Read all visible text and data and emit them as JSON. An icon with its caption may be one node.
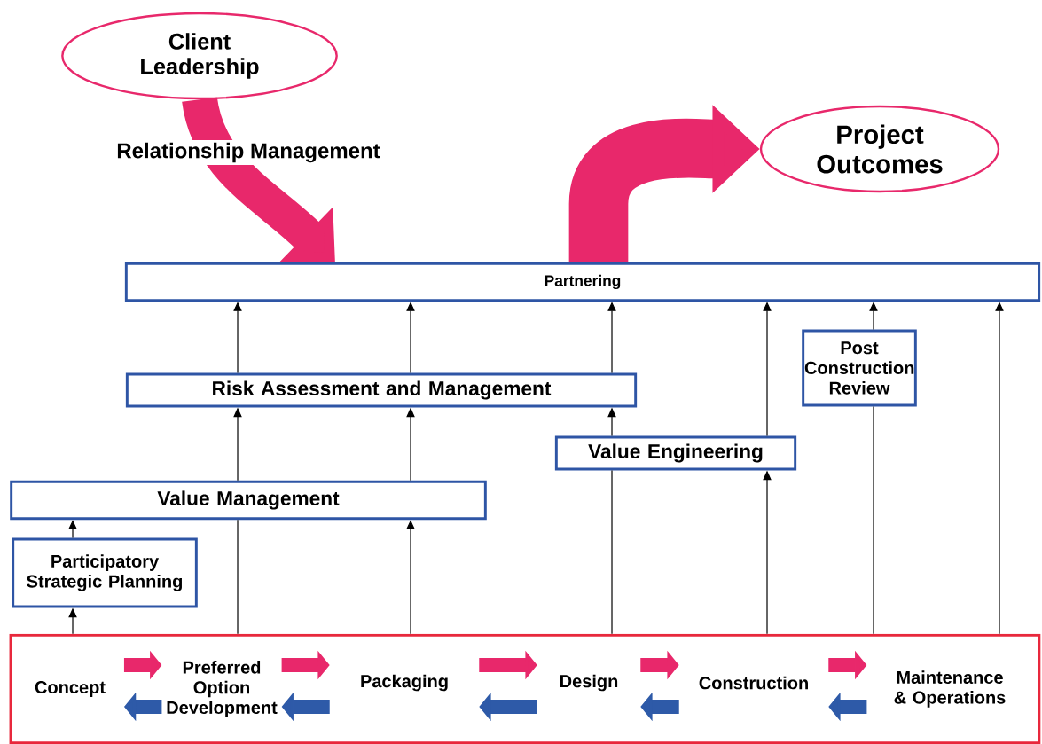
{
  "diagram": {
    "nodes": [
      {
        "text": [
          "Client Leadership"
        ]
      },
      {
        "text": [
          "Project Outcomes"
        ]
      },
      {
        "text": [
          "Partnering"
        ]
      },
      {
        "text": [
          "Risk Assessment and Management"
        ]
      },
      {
        "text": [
          "Post Construction Review"
        ]
      },
      {
        "text": [
          "Value Engineering"
        ]
      },
      {
        "text": [
          "Value Management"
        ]
      },
      {
        "text": [
          "Participatory Strategic Planning"
        ]
      },
      {
        "text": [],
        "shape": "box"
      },
      {
        "text": [
          "Concept"
        ],
        "in": 8
      },
      {
        "text": [
          "Preferred Option Development"
        ],
        "in": 8
      },
      {
        "text": [
          "Packaging"
        ],
        "in": 8
      },
      {
        "text": [
          "Design"
        ],
        "in": 8
      },
      {
        "text": [
          "Construction"
        ],
        "in": 8
      },
      {
        "text": [
          "Maintenance & Operations"
        ],
        "in": 8
      }
    ],
    "edges": [
      {
        "from": 0,
        "to": 2,
        "arrow": "to",
        "label": "Relationship Management",
        "style": "thick",
        "color": "#e8286b"
      },
      {
        "from": 2,
        "to": 1,
        "arrow": "to",
        "style": "thick",
        "color": "#e8286b"
      },
      {
        "from": 8,
        "to": 7,
        "arrow": "to"
      },
      {
        "from": 7,
        "to": 6,
        "arrow": "to"
      },
      {
        "from": 8,
        "to": 6,
        "arrow": "none"
      },
      {
        "from": 6,
        "to": 3,
        "arrow": "to"
      },
      {
        "from": 8,
        "to": 6,
        "arrow": "to"
      },
      {
        "from": 6,
        "to": 3,
        "arrow": "to"
      },
      {
        "from": 3,
        "to": 2,
        "arrow": "to"
      },
      {
        "from": 3,
        "to": 2,
        "arrow": "to"
      },
      {
        "from": 8,
        "to": 5,
        "arrow": "none"
      },
      {
        "from": 5,
        "to": 3,
        "arrow": "to"
      },
      {
        "from": 3,
        "to": 2,
        "arrow": "to"
      },
      {
        "from": 8,
        "to": 5,
        "arrow": "to"
      },
      {
        "from": 5,
        "to": 2,
        "arrow": "to"
      },
      {
        "from": 8,
        "to": 4,
        "arrow": "none"
      },
      {
        "from": 4,
        "to": 2,
        "arrow": "to"
      },
      {
        "from": 8,
        "to": 2,
        "arrow": "to"
      },
      {
        "from": 9,
        "to": 10,
        "arrow": "to",
        "style": "thick",
        "color": "#e8286b"
      },
      {
        "from": 10,
        "to": 11,
        "arrow": "to",
        "style": "thick",
        "color": "#e8286b"
      },
      {
        "from": 11,
        "to": 12,
        "arrow": "to",
        "style": "thick",
        "color": "#e8286b"
      },
      {
        "from": 12,
        "to": 13,
        "arrow": "to",
        "style": "thick",
        "color": "#e8286b"
      },
      {
        "from": 13,
        "to": 14,
        "arrow": "to",
        "style": "thick",
        "color": "#e8286b"
      },
      {
        "from": 10,
        "to": 9,
        "arrow": "to",
        "style": "thick",
        "color": "#2e5aa8"
      },
      {
        "from": 11,
        "to": 10,
        "arrow": "to",
        "style": "thick",
        "color": "#2e5aa8"
      },
      {
        "from": 12,
        "to": 11,
        "arrow": "to",
        "style": "thick",
        "color": "#2e5aa8"
      },
      {
        "from": 13,
        "to": 12,
        "arrow": "to",
        "style": "thick",
        "color": "#2e5aa8"
      },
      {
        "from": 14,
        "to": 13,
        "arrow": "to",
        "style": "thick",
        "color": "#2e5aa8"
      }
    ]
  }
}
